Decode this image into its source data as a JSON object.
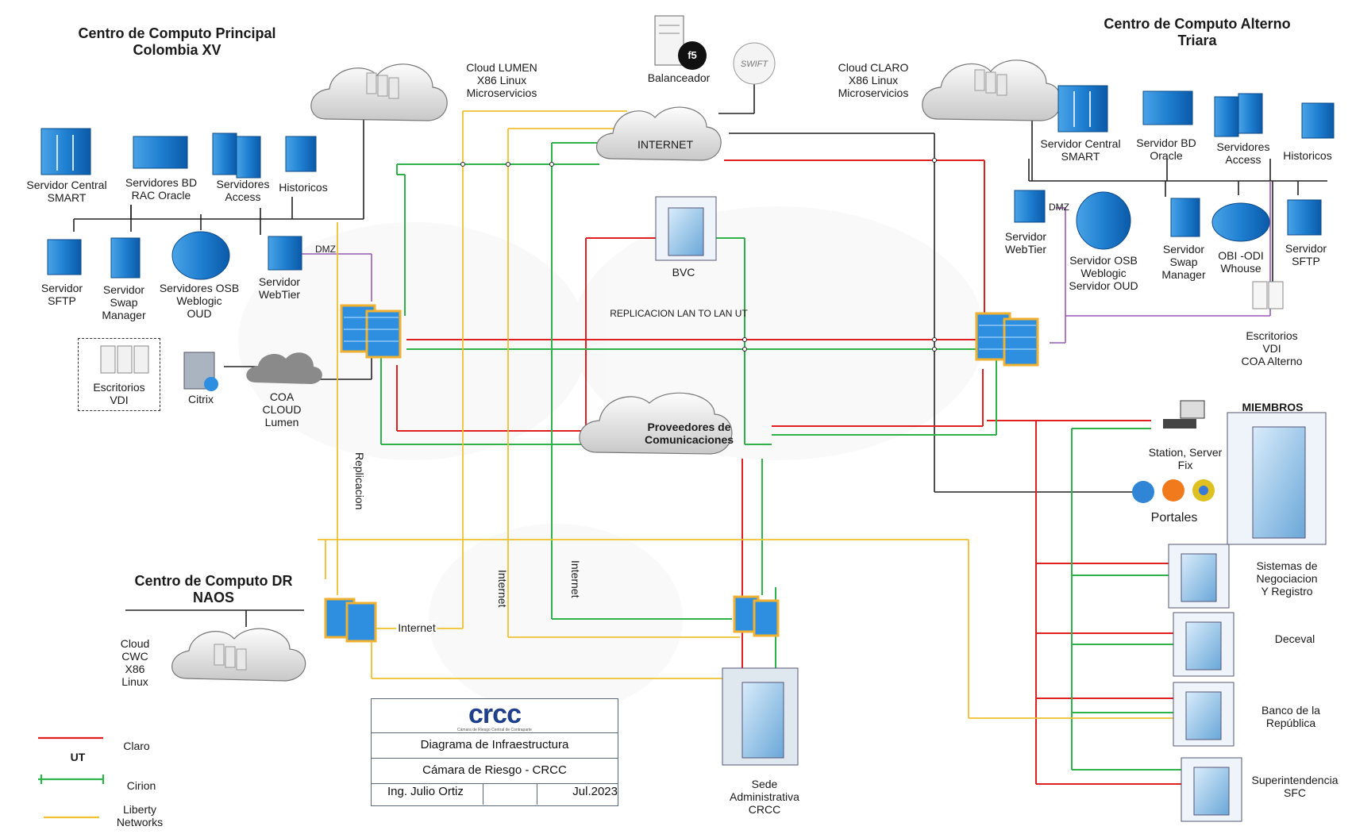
{
  "sites": {
    "principal": {
      "title_1": "Centro de Computo Principal",
      "title_2": "Colombia XV"
    },
    "alterno": {
      "title_1": "Centro de Computo Alterno",
      "title_2": "Triara"
    },
    "dr": {
      "title_1": "Centro de Computo DR",
      "title_2": "NAOS"
    }
  },
  "clouds": {
    "lumen": {
      "line1": "Cloud LUMEN",
      "line2": "X86 Linux",
      "line3": "Microservicios"
    },
    "claro": {
      "line1": "Cloud CLARO",
      "line2": "X86 Linux",
      "line3": "Microservicios"
    },
    "cwc": {
      "line1": "Cloud",
      "line2": "CWC",
      "line3": "X86",
      "line4": "Linux"
    },
    "coa": {
      "line1": "COA",
      "line2": "CLOUD",
      "line3": "Lumen"
    },
    "internet": "INTERNET",
    "proveedores_1": "Proveedores de",
    "proveedores_2": "Comunicaciones"
  },
  "principal": {
    "smart": {
      "l1": "Servidor Central",
      "l2": "SMART"
    },
    "bd": {
      "l1": "Servidores BD",
      "l2": "RAC Oracle"
    },
    "access": {
      "l1": "Servidores",
      "l2": "Access"
    },
    "historicos": "Historicos",
    "sftp": {
      "l1": "Servidor",
      "l2": "SFTP"
    },
    "swap": {
      "l1": "Servidor",
      "l2": "Swap",
      "l3": "Manager"
    },
    "osb": {
      "l1": "Servidores  OSB",
      "l2": "Weblogic",
      "l3": "OUD"
    },
    "webtier": {
      "l1": "Servidor",
      "l2": "WebTier"
    },
    "dmz": "DMZ",
    "vdi": {
      "l1": "Escritorios",
      "l2": "VDI"
    },
    "citrix": "Citrix"
  },
  "alterno": {
    "smart": {
      "l1": "Servidor Central",
      "l2": "SMART"
    },
    "bd": {
      "l1": "Servidor BD",
      "l2": "Oracle"
    },
    "access": {
      "l1": "Servidores",
      "l2": "Access"
    },
    "historicos": "Historicos",
    "webtier": {
      "l1": "Servidor",
      "l2": "WebTier"
    },
    "dmz": "DMZ",
    "osb": {
      "l1": "Servidor  OSB",
      "l2": "Weblogic",
      "l3": "Servidor OUD"
    },
    "swap": {
      "l1": "Servidor",
      "l2": "Swap",
      "l3": "Manager"
    },
    "obi": {
      "l1": "OBI -ODI",
      "l2": "Whouse"
    },
    "sftp": {
      "l1": "Servidor",
      "l2": "SFTP"
    },
    "vdi": {
      "l1": "Escritorios",
      "l2": "VDI",
      "l3": "COA Alterno"
    }
  },
  "center": {
    "balanceador": "Balanceador",
    "bvc": "BVC",
    "replicacion_lan": "REPLICACION LAN TO LAN UT",
    "replicacion": "Replicacion",
    "internet_1": "Internet",
    "internet_2": "Internet",
    "internet_3": "Internet",
    "f5": "f5",
    "swift": "SWIFT"
  },
  "miembros": {
    "title": "MIEMBROS",
    "station_1": "Station, Server",
    "station_2": "Fix",
    "portales": "Portales",
    "negociacion": {
      "l1": "Sistemas de",
      "l2": "Negociacion",
      "l3": "Y Registro"
    },
    "deceval": "Deceval",
    "banco": {
      "l1": "Banco de la",
      "l2": "República"
    },
    "super": {
      "l1": "Superintendencia",
      "l2": "SFC"
    }
  },
  "sede": {
    "l1": "Sede",
    "l2": "Administrativa",
    "l3": "CRCC"
  },
  "legend": {
    "ut": "UT",
    "claro": "Claro",
    "cirion": "Cirion",
    "liberty_1": "Liberty",
    "liberty_2": "Networks",
    "colors": {
      "claro": "#e02020",
      "cirion": "#2db34a",
      "liberty": "#f0c030",
      "ut": "#111111",
      "dmz": "#9b59b6"
    }
  },
  "titleblock": {
    "logo": "crcc",
    "logo_sub": "Cámara de Riesgo Central de Contraparte",
    "row1": "Diagrama de Infraestructura",
    "row2": "Cámara de Riesgo - CRCC",
    "author": "Ing. Julio Ortiz",
    "date": "Jul.2023"
  }
}
